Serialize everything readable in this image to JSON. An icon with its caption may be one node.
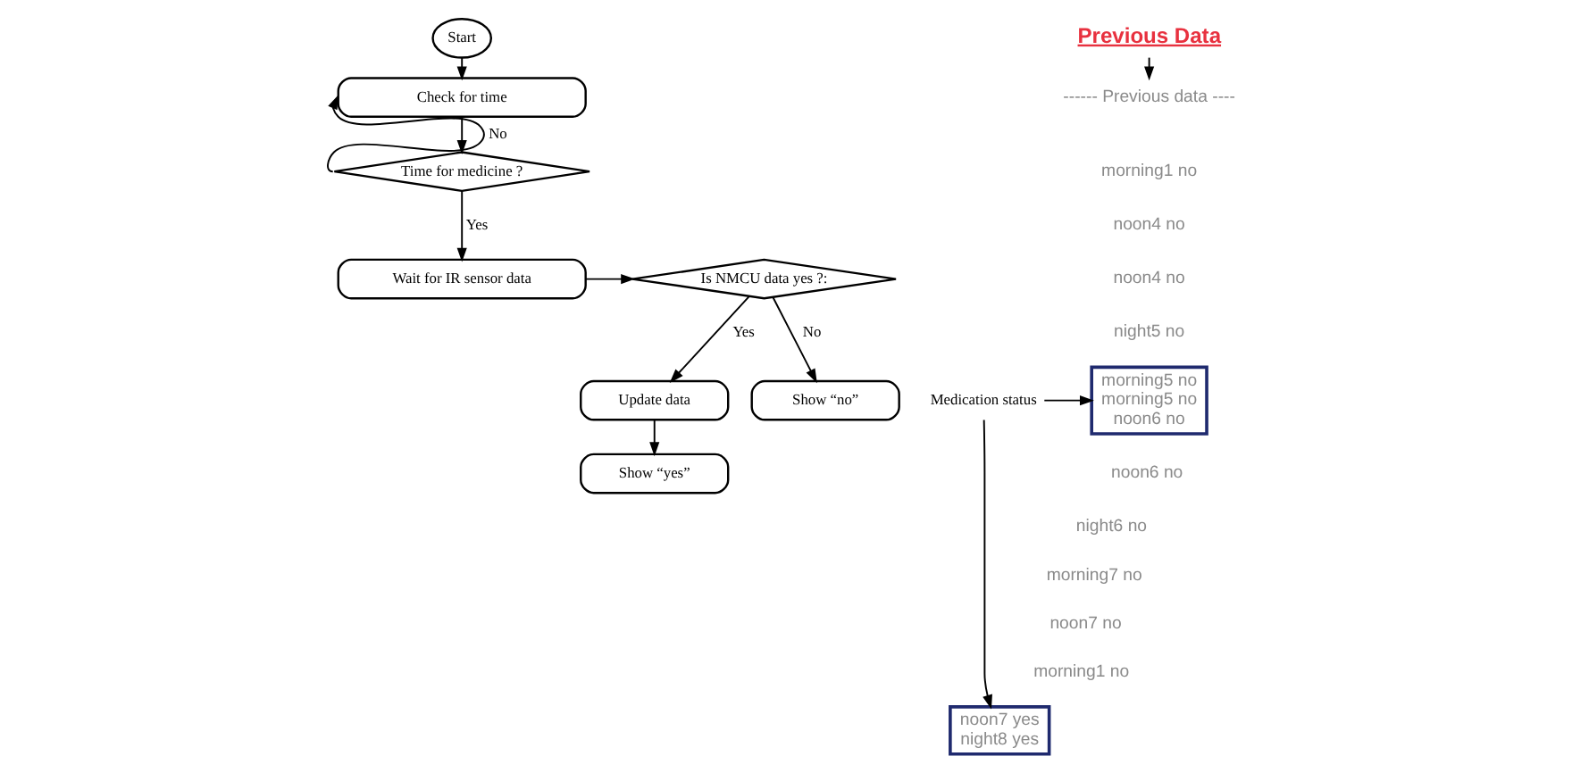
{
  "diagram": {
    "nodes": [
      {
        "text": [
          "Start"
        ]
      },
      {
        "text": [
          "Check for time"
        ]
      },
      {
        "text": [
          "Time for medicine ?"
        ]
      },
      {
        "text": [
          "Wait for IR sensor data"
        ]
      },
      {
        "text": [
          "Is NMCU data yes ?:"
        ]
      },
      {
        "text": [
          "Update data"
        ]
      },
      {
        "text": [
          "Show “yes”"
        ]
      },
      {
        "text": [
          "Show “no”"
        ]
      },
      {
        "text": [
          "Previous Data"
        ]
      },
      {
        "text": [
          "------ Previous data ----"
        ]
      },
      {
        "text": [
          "morning5 no",
          "morning5 no",
          "noon6 no"
        ]
      },
      {
        "text": [
          "noon7 yes",
          "night8 yes"
        ]
      },
      {
        "text": [
          "Medication status"
        ]
      }
    ],
    "edges": [
      {
        "from": 0,
        "to": 1,
        "arrow": "to"
      },
      {
        "from": 1,
        "to": 2,
        "arrow": "to"
      },
      {
        "from": 2,
        "to": 1,
        "arrow": "to",
        "label": "No"
      },
      {
        "from": 2,
        "to": 3,
        "arrow": "to",
        "label": "Yes"
      },
      {
        "from": 3,
        "to": 4,
        "arrow": "to"
      },
      {
        "from": 4,
        "to": 5,
        "arrow": "to",
        "label": "Yes"
      },
      {
        "from": 5,
        "to": 6,
        "arrow": "to"
      },
      {
        "from": 4,
        "to": 7,
        "arrow": "to",
        "label": "No"
      },
      {
        "from": 8,
        "to": 9,
        "arrow": "to"
      },
      {
        "from": 12,
        "to": 10,
        "arrow": "to"
      },
      {
        "from": 12,
        "to": 11,
        "arrow": "to"
      }
    ],
    "labels": [
      "morning1 no",
      "noon4 no",
      "noon4 no",
      "night5 no",
      "noon6 no",
      "night6 no",
      "morning7 no",
      "noon7 no",
      "morning1 no"
    ]
  }
}
